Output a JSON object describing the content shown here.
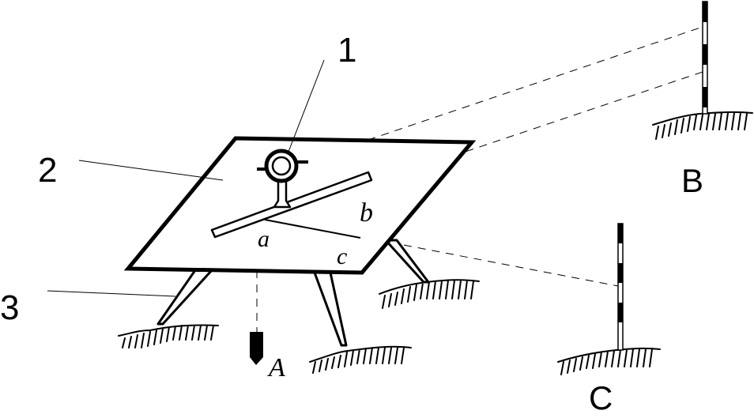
{
  "labels": {
    "callout_1": "1",
    "callout_2": "2",
    "callout_3": "3",
    "point_a": "a",
    "point_b": "b",
    "point_c": "c",
    "station_A": "A",
    "target_B": "B",
    "target_C": "C"
  }
}
